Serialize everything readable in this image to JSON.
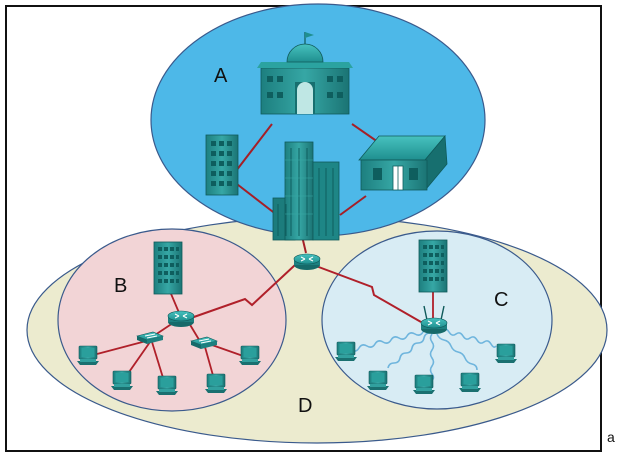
{
  "labels": {
    "zone_a": "A",
    "zone_b": "B",
    "zone_c": "C",
    "zone_d": "D",
    "trailing_text": "a"
  },
  "colors": {
    "zone_a_fill": "#4db8e8",
    "zone_b_fill": "#f2d4d6",
    "zone_c_fill": "#d8ecf4",
    "zone_d_fill": "#ecebcf",
    "outline": "#3a5a8c",
    "device_teal": "#1f8f8f",
    "link_red": "#b0202a",
    "wireless_blue": "#6fb5dd"
  },
  "icons": {
    "zone_a": [
      "domed-building-icon",
      "office-building-icon",
      "tower-building-icon",
      "house-icon"
    ],
    "core": [
      "router-icon"
    ],
    "zone_b": [
      "server-icon",
      "router-icon",
      "switch-icon",
      "switch-icon",
      "pc-icon"
    ],
    "zone_c": [
      "server-icon",
      "wireless-router-icon",
      "pc-icon"
    ]
  }
}
